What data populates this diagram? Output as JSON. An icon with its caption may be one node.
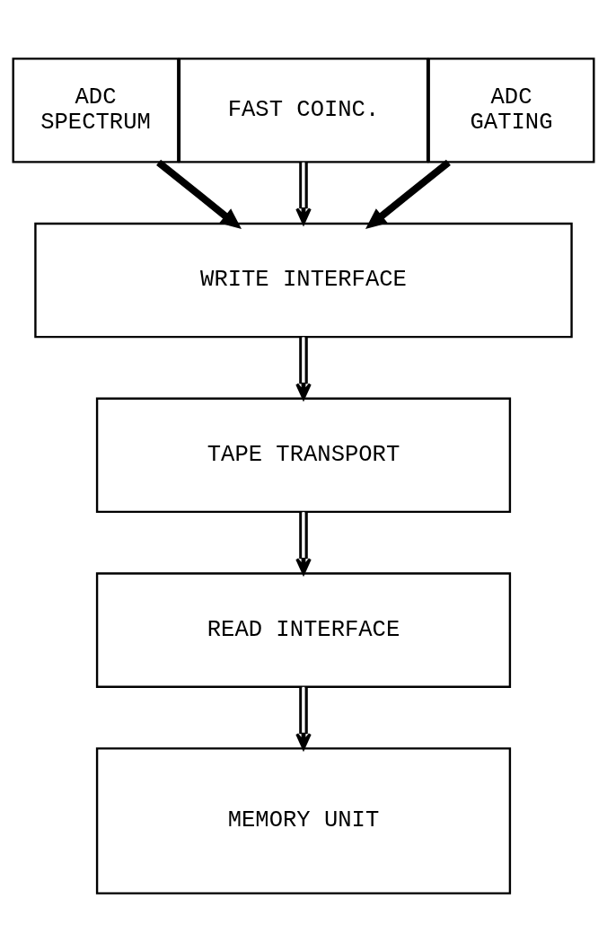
{
  "diagram": {
    "nodes": [
      {
        "text": [
          "ADC SPECTRUM"
        ]
      },
      {
        "text": [
          "FAST COINC."
        ]
      },
      {
        "text": [
          "ADC GATING"
        ]
      },
      {
        "text": [
          "WRITE INTERFACE"
        ]
      },
      {
        "text": [
          "TAPE TRANSPORT"
        ]
      },
      {
        "text": [
          "READ INTERFACE"
        ]
      },
      {
        "text": [
          "MEMORY UNIT"
        ]
      }
    ],
    "edges": [
      {
        "from": 0,
        "to": 3,
        "arrow": "to",
        "style": "thick"
      },
      {
        "from": 1,
        "to": 3,
        "arrow": "to"
      },
      {
        "from": 2,
        "to": 3,
        "arrow": "to",
        "style": "thick"
      },
      {
        "from": 3,
        "to": 4,
        "arrow": "to"
      },
      {
        "from": 4,
        "to": 5,
        "arrow": "to"
      },
      {
        "from": 5,
        "to": 6,
        "arrow": "to"
      }
    ]
  }
}
